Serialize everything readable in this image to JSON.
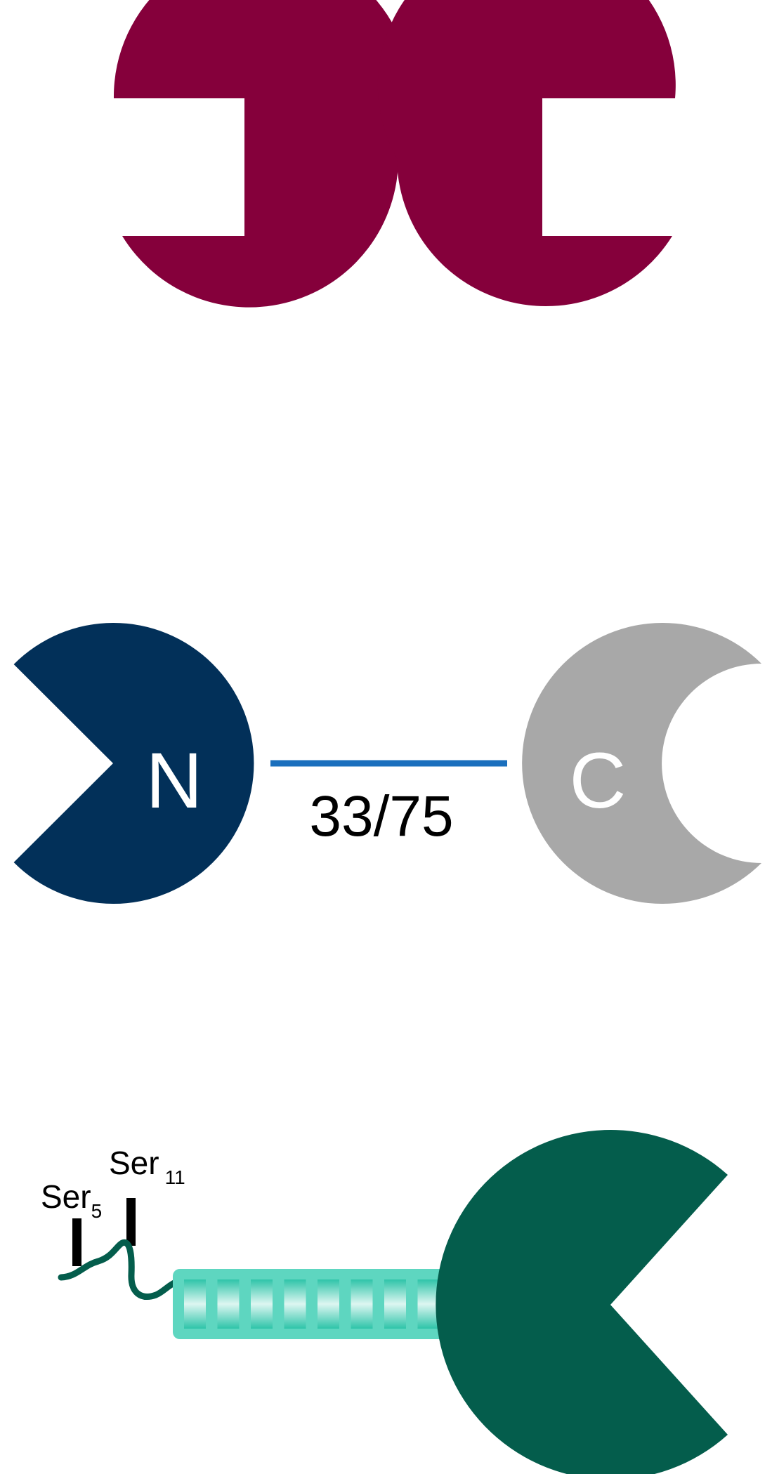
{
  "colors": {
    "dimer": "#85003B",
    "n_domain": "#023059",
    "c_domain": "#A8A8A8",
    "linker": "#1A6FBD",
    "tail": "#045D4C",
    "repeat_fill": "#5ED6C0",
    "repeat_light": "#DDF6F1",
    "repeat_dark": "#2EC4A9",
    "head": "#045D4C",
    "background": "#FFFFFF"
  },
  "labels": {
    "n_domain": "N",
    "c_domain": "C",
    "linker": "33/75",
    "site_a_name": "Ser",
    "site_a_sub": "5",
    "site_b_name": "Ser",
    "site_b_sub": "11"
  },
  "icons": {
    "dimer": "clamp-dimer-icon",
    "n_domain": "pacman-n-domain-icon",
    "c_domain": "crescent-c-domain-icon",
    "head": "pacman-head-icon",
    "repeats": "repeat-segments-icon"
  },
  "repeat_count": 9
}
